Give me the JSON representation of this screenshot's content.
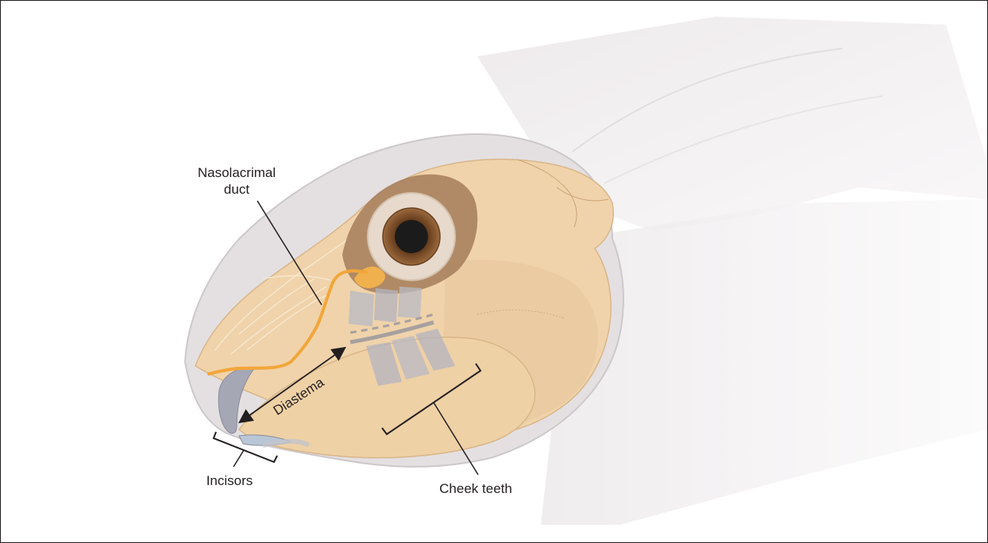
{
  "figure": {
    "labels": {
      "nasolacrimal_line1": "Nasolacrimal",
      "nasolacrimal_line2": "duct",
      "diastema": "Diastema",
      "incisors": "Incisors",
      "cheek_teeth": "Cheek teeth"
    },
    "colors": {
      "background": "#ffffff",
      "border": "#231f20",
      "skin_outline": "#c9c5c6",
      "skin_fill": "#e6e2e3",
      "bone": "#f1d6af",
      "bone_shadow": "#e7c69a",
      "eye_socket": "#a8805e",
      "iris": "#8a5a35",
      "pupil": "#1b1b1b",
      "duct": "#f2a63a",
      "teeth": "#a7a9b6",
      "label_line": "#231f20"
    }
  }
}
